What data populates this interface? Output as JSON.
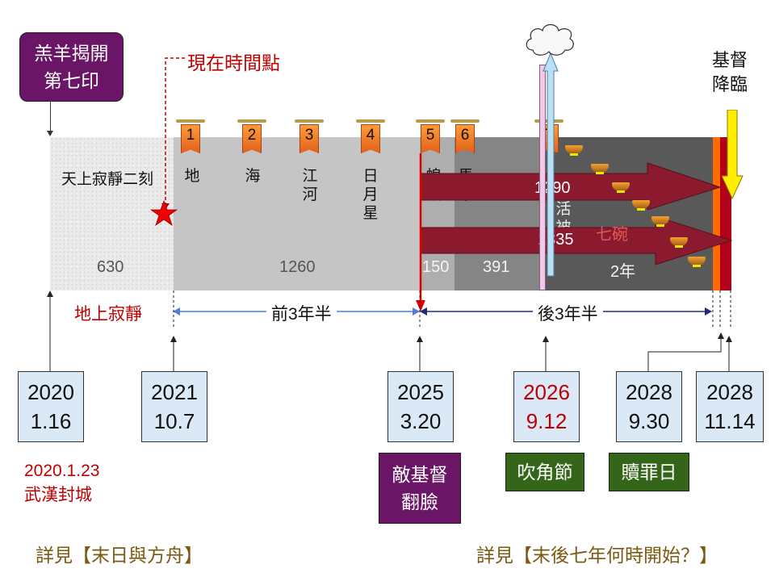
{
  "seal_box": {
    "line1": "羔羊揭開",
    "line2": "第七印"
  },
  "current_point": "現在時間點",
  "heaven_silence": "天上寂靜二刻",
  "earth_silence": "地上寂靜",
  "trumpets": [
    {
      "num": "1",
      "label": "地"
    },
    {
      "num": "2",
      "label": "海"
    },
    {
      "num": "3",
      "label": "江河"
    },
    {
      "num": "4",
      "label": "日月星"
    },
    {
      "num": "5",
      "label": "蝗蟲"
    },
    {
      "num": "6",
      "label": "馬軍"
    },
    {
      "num": "7",
      "label": "活被提"
    }
  ],
  "seven_bowls": "七碗",
  "arrow_1290": "1290",
  "arrow_1335": "1335",
  "durations": {
    "d630": "630",
    "d1260": "1260",
    "d150": "150",
    "d391": "391",
    "d2y": "2年"
  },
  "first_half": "前3年半",
  "second_half": "後3年半",
  "second_coming": {
    "line1": "基督",
    "line2": "降臨"
  },
  "dates": [
    {
      "line1": "2020",
      "line2": "1.16",
      "highlight": false
    },
    {
      "line1": "2021",
      "line2": "10.7",
      "highlight": false
    },
    {
      "line1": "2025",
      "line2": "3.20",
      "highlight": false
    },
    {
      "line1": "2026",
      "line2": "9.12",
      "highlight": true
    },
    {
      "line1": "2028",
      "line2": "9.30",
      "highlight": false
    },
    {
      "line1": "2028",
      "line2": "11.14",
      "highlight": false
    }
  ],
  "wuhan": {
    "line1": "2020.1.23",
    "line2": "武漢封城"
  },
  "antichrist": {
    "line1": "敵基督",
    "line2": "翻臉"
  },
  "trumpets_feast": "吹角節",
  "atonement_day": "贖罪日",
  "footer_left": "詳見【末日與方舟】",
  "footer_right": "詳見【末後七年何時開始？】",
  "colors": {
    "seal_purple": "#6a1566",
    "antichrist_purple": "#6a1566",
    "feast_green": "#336618",
    "red_text": "#c00000",
    "arrow_red": "#8b1a2e",
    "date_box_blue": "#dbe8f6",
    "timeline_blue": "#4f7fd8",
    "timeline_navy": "#232a7a"
  }
}
